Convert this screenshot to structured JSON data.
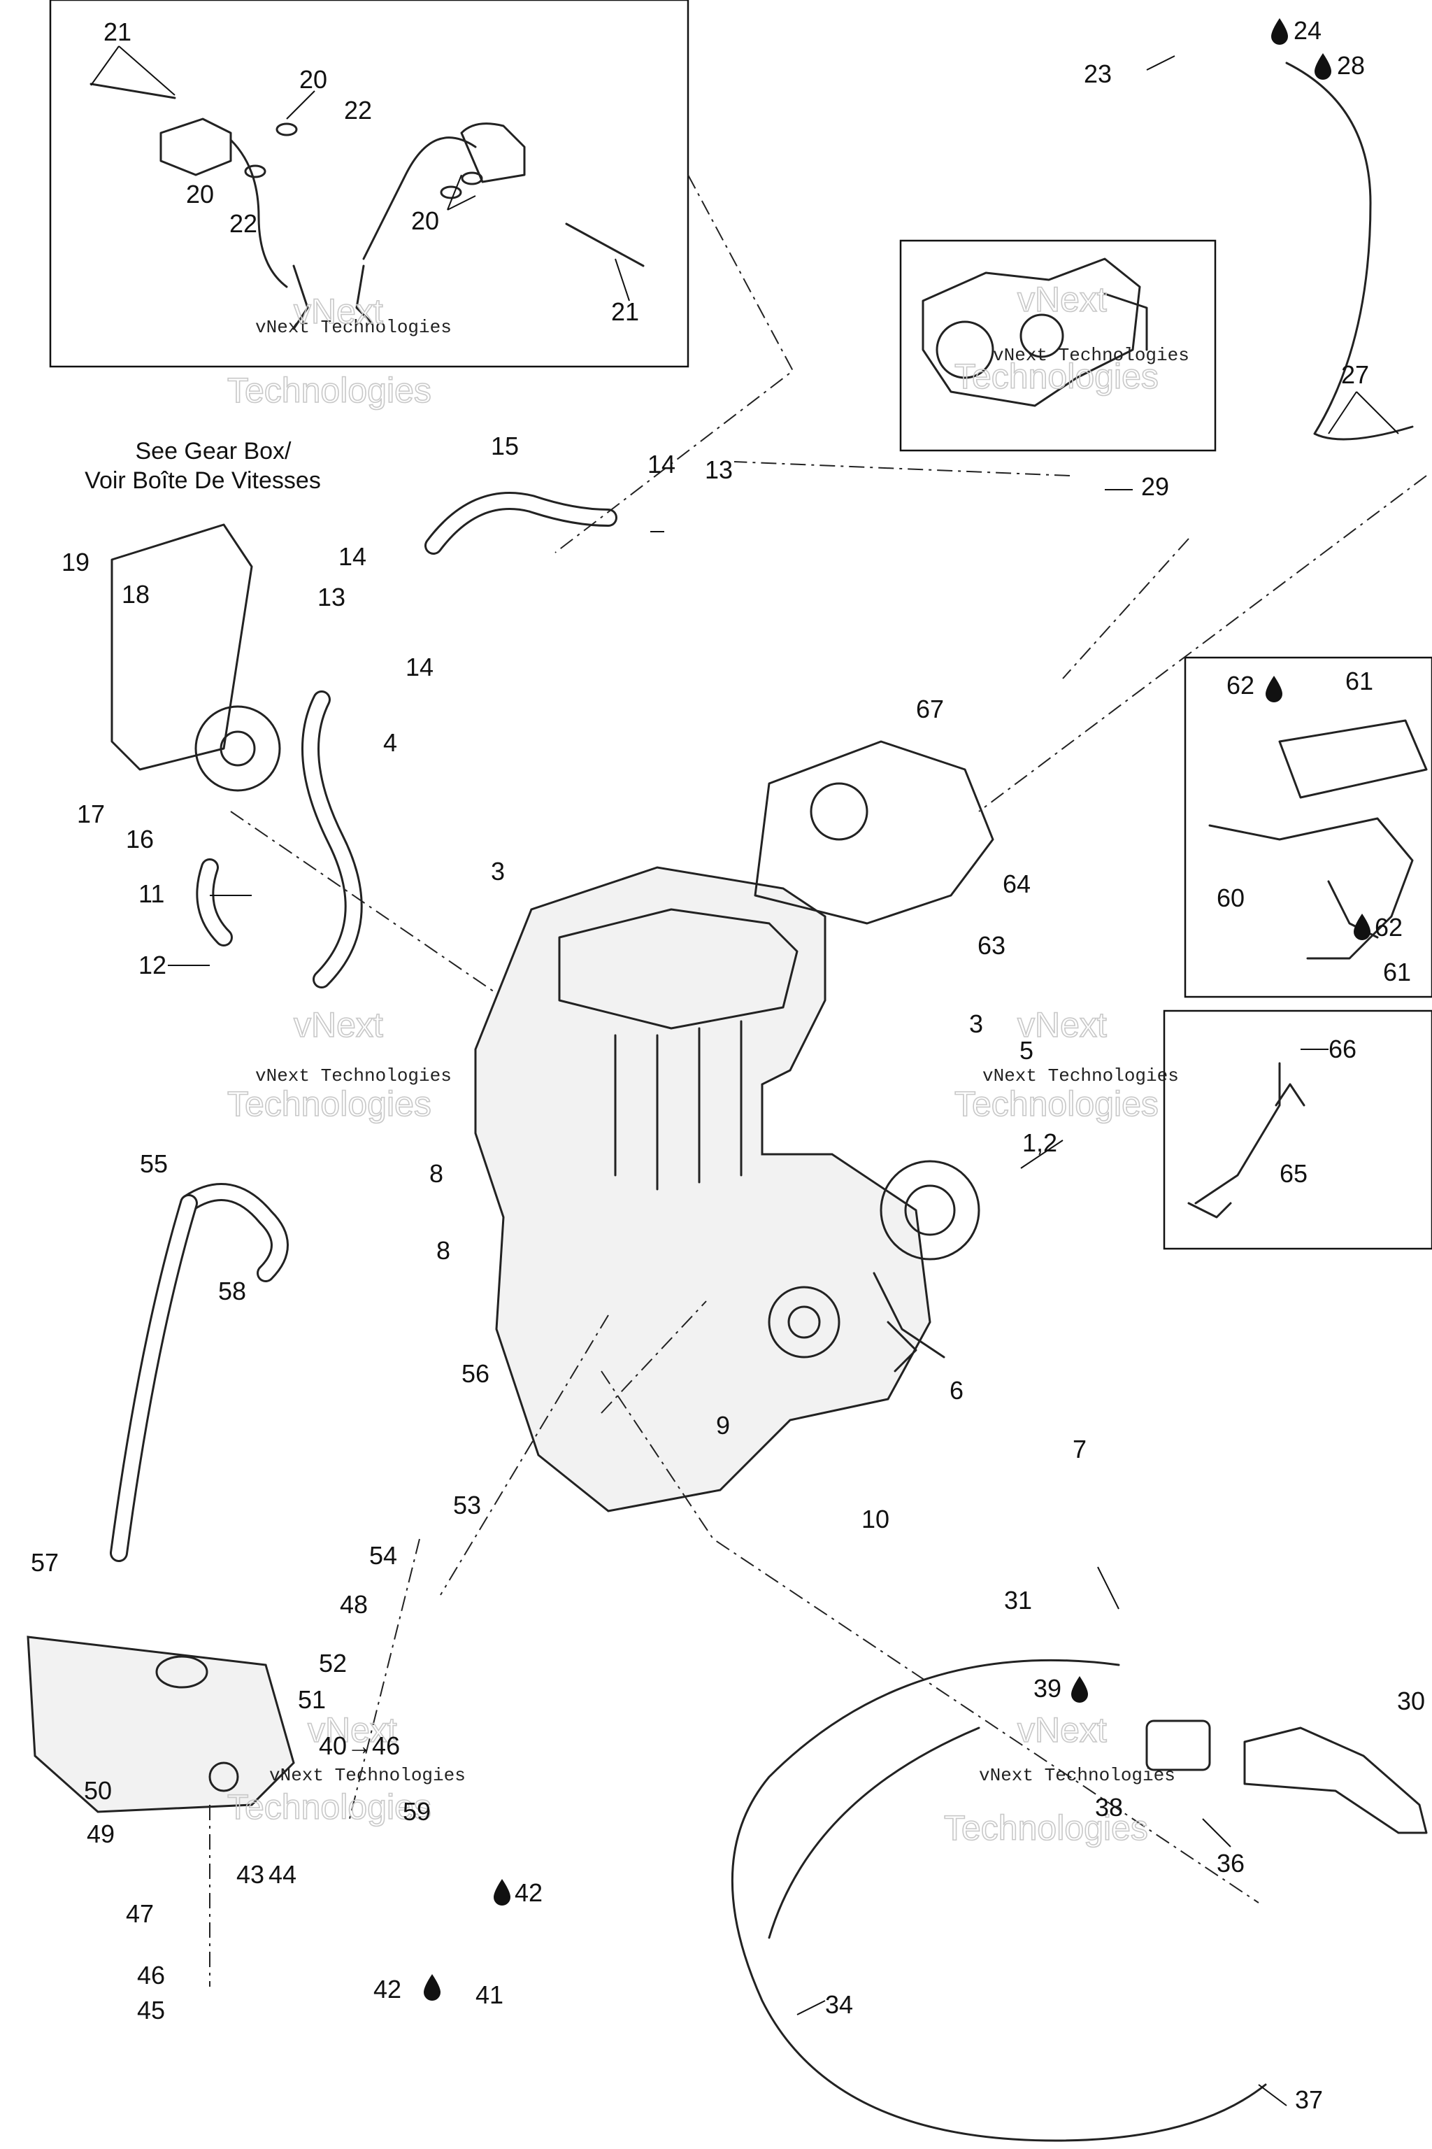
{
  "notes": {
    "gear_box_line1": "See Gear Box/",
    "gear_box_line2": "Voir Boîte De Vitesses"
  },
  "watermark": {
    "line1": "vNext Technologies",
    "big1": "vNext",
    "big2": "Technologies"
  },
  "callouts": {
    "c21a": "21",
    "c20a": "20",
    "c22a": "22",
    "c20b": "20",
    "c22b": "22",
    "c20c": "20",
    "c21b": "21",
    "c23": "23",
    "c24": "24",
    "c28": "28",
    "c27": "27",
    "c29": "29",
    "c15": "15",
    "c14a": "14",
    "c13a": "13",
    "c14b": "14",
    "c13b": "13",
    "c14c": "14",
    "c19": "19",
    "c18": "18",
    "c17": "17",
    "c16": "16",
    "c4": "4",
    "c3a": "3",
    "c11": "11",
    "c12": "12",
    "c67": "67",
    "c64": "64",
    "c63": "63",
    "c62a": "62",
    "c61a": "61",
    "c60": "60",
    "c62b": "62",
    "c61b": "61",
    "c3b": "3",
    "c5": "5",
    "c66": "66",
    "c65": "65",
    "c12c": "1,2",
    "c55": "55",
    "c58": "58",
    "c8a": "8",
    "c8b": "8",
    "c56": "56",
    "c9": "9",
    "c6": "6",
    "c7": "7",
    "c10": "10",
    "c53": "53",
    "c54": "54",
    "c57": "57",
    "c48": "48",
    "c52": "52",
    "c51": "51",
    "c4046": "40→46",
    "c50": "50",
    "c49": "49",
    "c59": "59",
    "c43": "43",
    "c44": "44",
    "c47": "47",
    "c42a": "42",
    "c46": "46",
    "c45": "45",
    "c42b": "42",
    "c41": "41",
    "c31": "31",
    "c39": "39",
    "c30": "30",
    "c38": "38",
    "c36": "36",
    "c34": "34",
    "c37": "37"
  }
}
